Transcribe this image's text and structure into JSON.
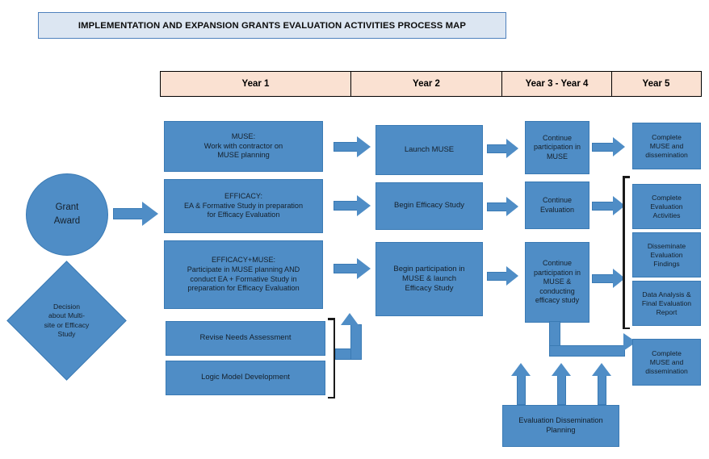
{
  "title": "IMPLEMENTATION AND EXPANSION GRANTS EVALUATION ACTIVITIES PROCESS MAP",
  "colors": {
    "box_fill": "#4f8dc6",
    "box_border": "#3a7ab4",
    "year_header_fill": "#fae1d2",
    "title_fill": "#dce6f2",
    "title_border": "#4f81bd",
    "bracket": "#1a1a1a",
    "text": "#15202b"
  },
  "year_headers": [
    {
      "label": "Year 1"
    },
    {
      "label": "Year 2"
    },
    {
      "label": "Year 3 - Year 4"
    },
    {
      "label": "Year 5"
    }
  ],
  "start": {
    "circle_line1": "Grant",
    "circle_line2": "Award",
    "decision_line1": "Decision",
    "decision_line2": "about Multi-",
    "decision_line3": "site or Efficacy",
    "decision_line4": "Study"
  },
  "year1": {
    "muse": {
      "l1": "MUSE:",
      "l2": "Work with contractor on",
      "l3": "MUSE planning"
    },
    "efficacy": {
      "l1": "EFFICACY:",
      "l2": "EA & Formative Study in preparation",
      "l3": "for Efficacy Evaluation"
    },
    "efficacy_muse": {
      "l1": "EFFICACY+MUSE:",
      "l2": "Participate in MUSE planning AND",
      "l3": "conduct EA + Formative Study in",
      "l4": "preparation for Efficacy Evaluation"
    },
    "revise_needs": "Revise Needs Assessment",
    "logic_model": "Logic Model Development"
  },
  "year2": {
    "launch_muse": "Launch MUSE",
    "begin_efficacy": "Begin Efficacy Study",
    "begin_participation": {
      "l1": "Begin participation in",
      "l2": "MUSE & launch",
      "l3": "Efficacy Study"
    }
  },
  "year34": {
    "continue_muse": {
      "l1": "Continue",
      "l2": "participation in",
      "l3": "MUSE"
    },
    "continue_eval": {
      "l1": "Continue",
      "l2": "Evaluation"
    },
    "continue_both": {
      "l1": "Continue",
      "l2": "participation in",
      "l3": "MUSE &",
      "l4": "conducting",
      "l5": "efficacy study"
    },
    "eval_dissemination": {
      "l1": "Evaluation Dissemination",
      "l2": "Planning"
    }
  },
  "year5": {
    "complete_muse_top": {
      "l1": "Complete",
      "l2": "MUSE and",
      "l3": "dissemination"
    },
    "complete_eval_activities": {
      "l1": "Complete",
      "l2": "Evaluation",
      "l3": "Activities"
    },
    "disseminate_findings": {
      "l1": "Disseminate",
      "l2": "Evaluation",
      "l3": "Findings"
    },
    "data_analysis": {
      "l1": "Data Analysis &",
      "l2": "Final Evaluation",
      "l3": "Report"
    },
    "complete_muse_bottom": {
      "l1": "Complete",
      "l2": "MUSE and",
      "l3": "dissemination"
    }
  }
}
